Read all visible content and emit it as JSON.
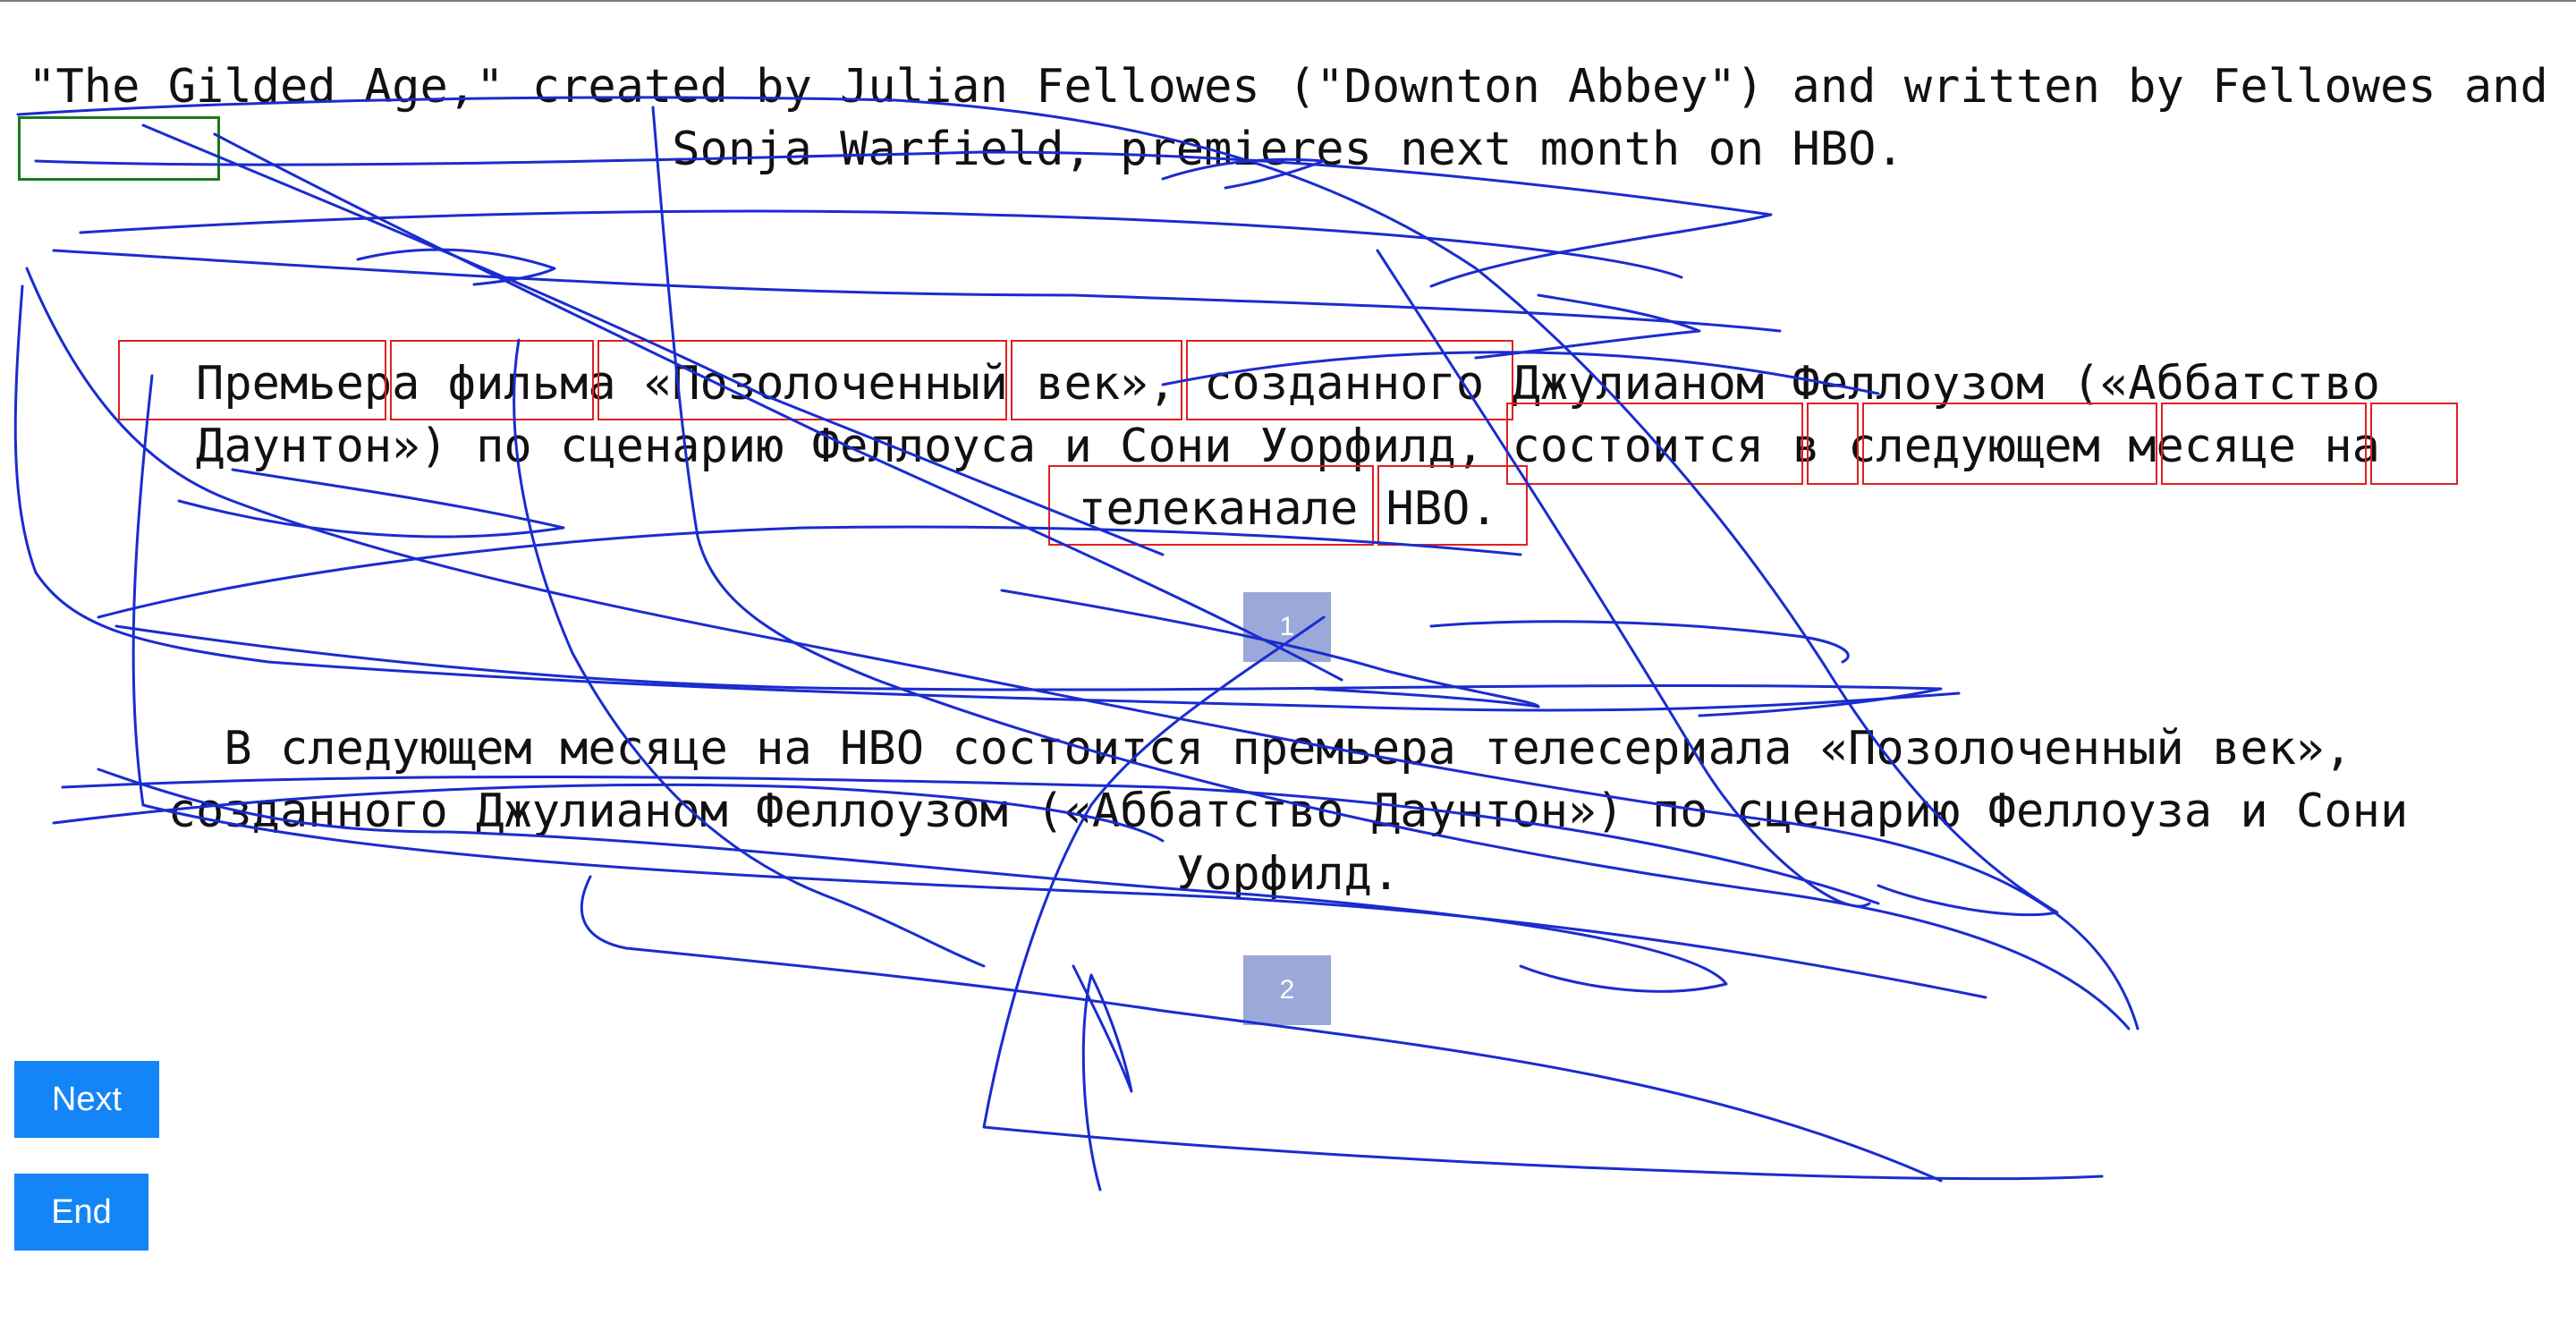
{
  "texts": {
    "source": "\"The Gilded Age,\" created by Julian Fellowes (\"Downton Abbey\") and written by Fellowes and Sonja Warfield, premieres next month on HBO.",
    "translation": "Премьера фильма «Позолоченный век», созданного Джулианом Феллоузом («Аббатство Даунтон») по сценарию Феллоуса и Сони Уорфилд, состоится в следующем месяце на телеканале HBO.",
    "paraphrase": "В следующем месяце на HBO состоится премьера телесериала «Позолоченный век», созданного Джулианом Феллоузом («Аббатство Даунтон») по сценарию Феллоуза и Сони Уорфилд."
  },
  "markers": {
    "first": "1",
    "second": "2"
  },
  "buttons": {
    "next_label": "Next",
    "end_label": "End"
  },
  "colors": {
    "highlight_box": "#e02020",
    "source_box": "#1a7a1a",
    "ink": "#1a2ccf",
    "marker_bg": "#9aa9d9",
    "button_bg": "#1485f7"
  }
}
